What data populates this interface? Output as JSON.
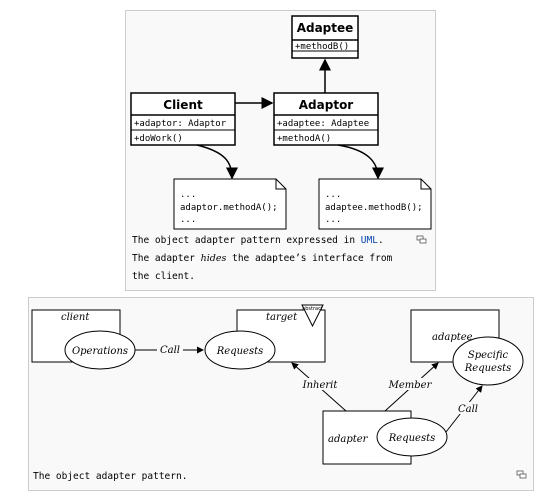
{
  "uml_diagram": {
    "adaptee": {
      "title": "Adaptee",
      "members": [
        "+methodB()"
      ]
    },
    "client": {
      "title": "Client",
      "members": [
        "+adaptor: Adaptor",
        "+doWork()"
      ]
    },
    "adaptor": {
      "title": "Adaptor",
      "members": [
        "+adaptee: Adaptee",
        "+methodA()"
      ]
    },
    "note_client": {
      "lines": [
        "...",
        "adaptor.methodA();",
        "..."
      ]
    },
    "note_adaptor": {
      "lines": [
        "...",
        "adaptee.methodB();",
        "..."
      ]
    },
    "caption": {
      "part1": "The object adapter pattern expressed in ",
      "link": "UML",
      "part2": ".",
      "line2_part1": "The adapter ",
      "line2_emph": "hides",
      "line2_part2": " the adaptee’s interface from",
      "line3": "the client."
    }
  },
  "pattern_diagram": {
    "client_label": "client",
    "target_label": "target",
    "target_tag": "abstract",
    "adaptee_label": "adaptee",
    "adapter_label": "adapter",
    "operations": "Operations",
    "requests_target": "Requests",
    "requests_adapter": "Requests",
    "specific_line1": "Specific",
    "specific_line2": "Requests",
    "call_1": "Call",
    "call_2": "Call",
    "inherit": "Inherit",
    "member": "Member",
    "caption": "The object adapter pattern."
  }
}
